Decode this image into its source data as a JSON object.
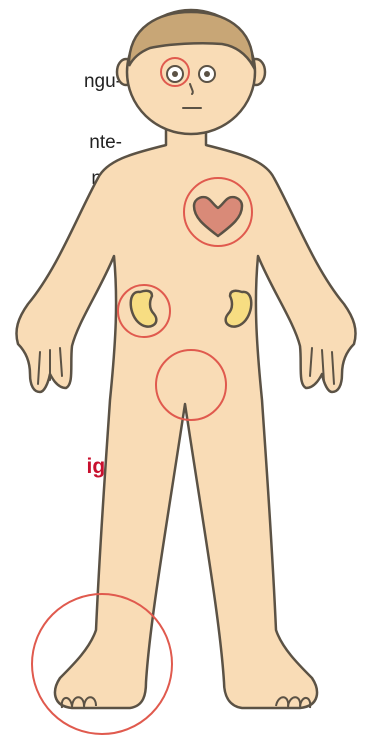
{
  "text_fragments": {
    "line_1": "ngu-",
    "line_2": "nte-",
    "line_3": "nis-",
    "red_heading": "igit"
  },
  "figure": {
    "description_icons": [
      "human-body-figure",
      "eye-icon",
      "heart-icon",
      "kidney-icon",
      "foot-icon"
    ],
    "colors": {
      "skin": "#f9dcb6",
      "outline": "#5b5245",
      "hair": "#c8a676",
      "heart": "#d98a78",
      "kidney": "#f7dd82",
      "circle": "#e05a4e",
      "accent_text": "#c8102e"
    }
  }
}
